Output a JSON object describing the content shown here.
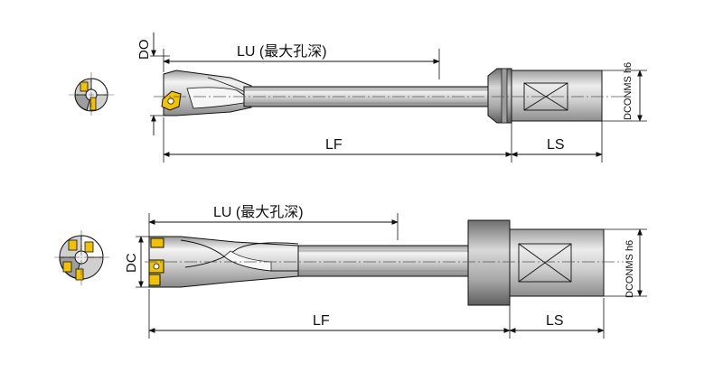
{
  "colors": {
    "line": "#111111",
    "body_light": "#e6e6e6",
    "body_mid": "#bdbdbd",
    "body_dark": "#7d7d7d",
    "insert": "#f2c200",
    "centerline": "#555555"
  },
  "tool_top": {
    "labels": {
      "lu": "LU (最大孔深)",
      "do": "DO",
      "lf": "LF",
      "ls": "LS",
      "dconms": "DCONMS h6"
    },
    "icons": [
      "end-view-icon",
      "insert-icon"
    ]
  },
  "tool_bottom": {
    "labels": {
      "lu": "LU (最大孔深)",
      "dc": "DC",
      "lf": "LF",
      "ls": "LS",
      "dconms": "DCONMS h6"
    },
    "icons": [
      "end-view-icon",
      "insert-icon"
    ]
  }
}
